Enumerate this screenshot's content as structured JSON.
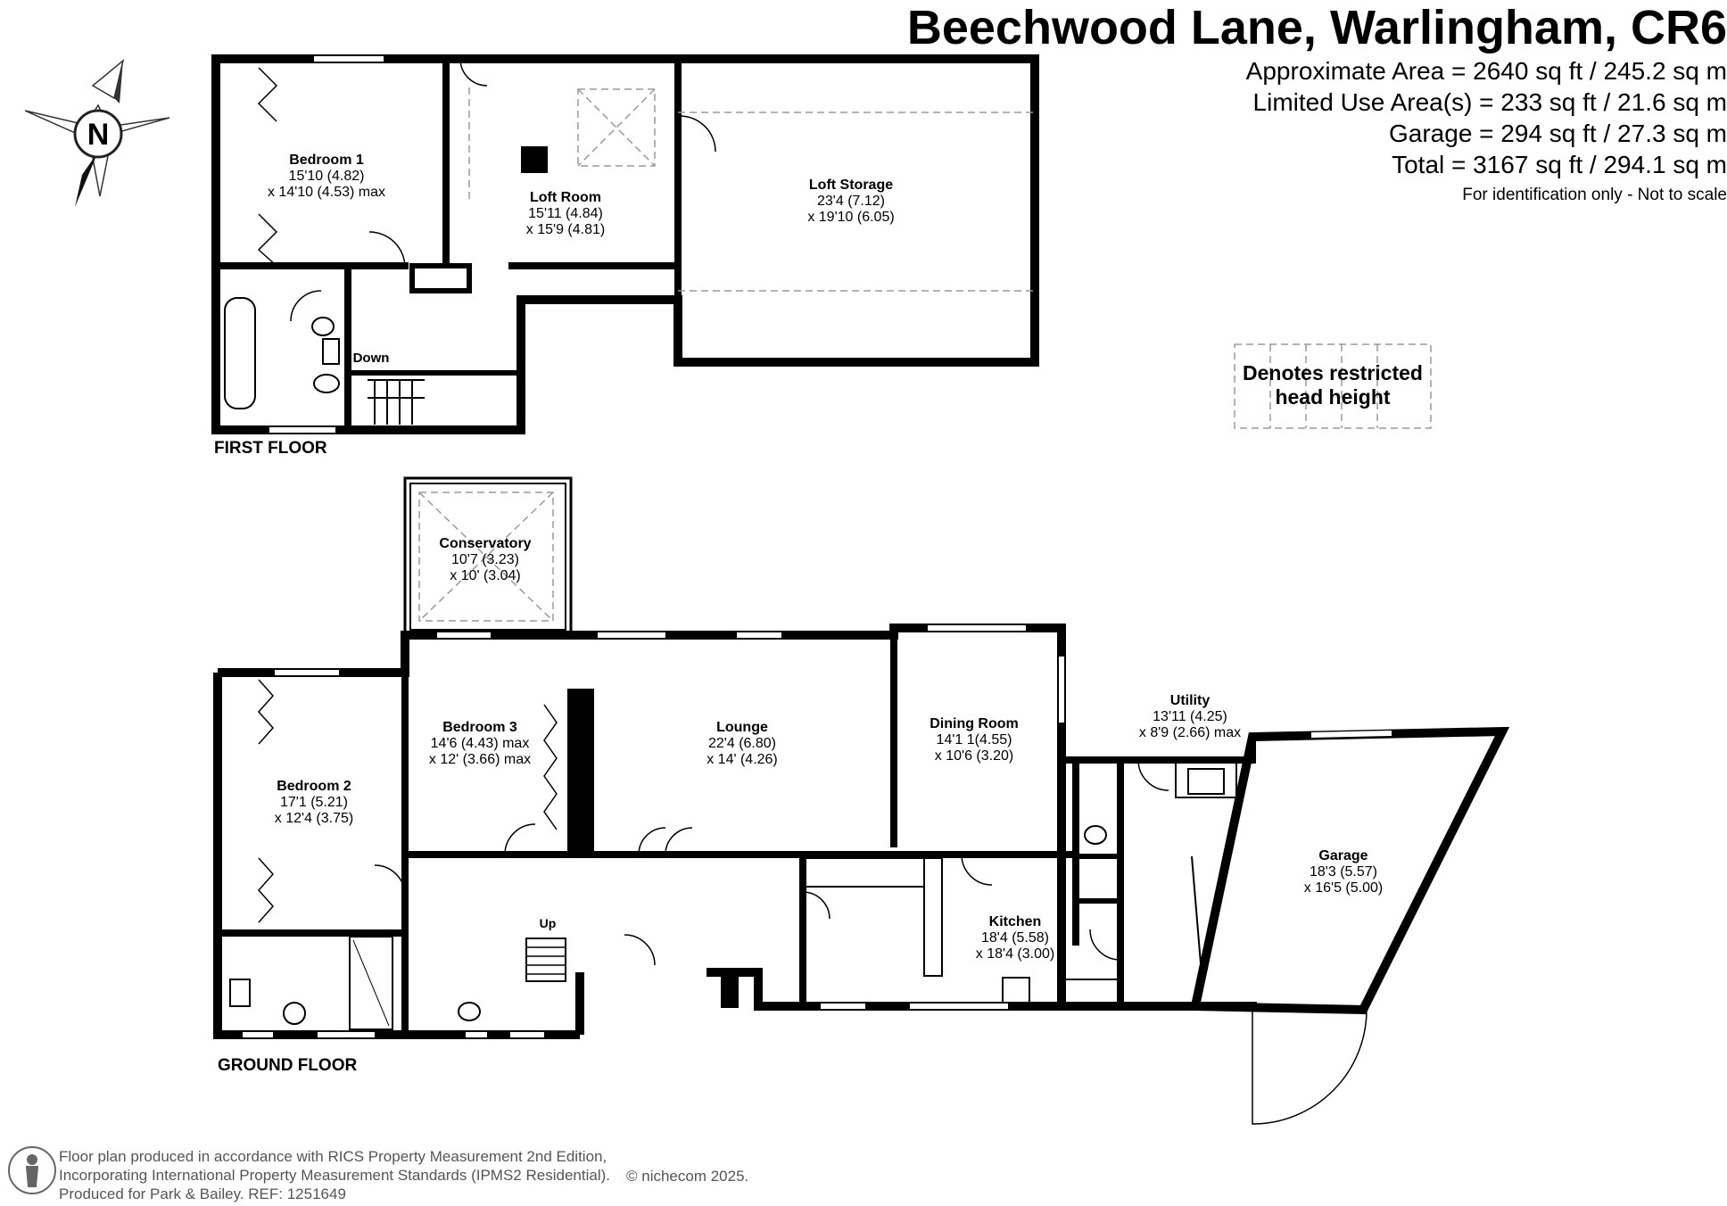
{
  "header": {
    "title": "Beechwood Lane, Warlingham, CR6",
    "areas": [
      "Approximate Area = 2640 sq ft / 245.2 sq m",
      "Limited Use Area(s) = 233 sq ft / 21.6 sq m",
      "Garage = 294 sq ft / 27.3 sq m",
      "Total = 3167 sq ft / 294.1 sq m"
    ],
    "note": "For identification only - Not to scale"
  },
  "legend": {
    "line1": "Denotes restricted",
    "line2": "head height"
  },
  "compass": {
    "label": "N"
  },
  "floors": {
    "first": "FIRST FLOOR",
    "ground": "GROUND FLOOR"
  },
  "first_floor": {
    "bedroom1": {
      "name": "Bedroom 1",
      "dim1": "15'10 (4.82)",
      "dim2": "x 14'10 (4.53) max"
    },
    "loft_room": {
      "name": "Loft Room",
      "dim1": "15'11 (4.84)",
      "dim2": "x 15'9 (4.81)"
    },
    "loft_storage": {
      "name": "Loft Storage",
      "dim1": "23'4 (7.12)",
      "dim2": "x 19'10 (6.05)"
    },
    "stairs": "Down"
  },
  "ground_floor": {
    "conservatory": {
      "name": "Conservatory",
      "dim1": "10'7 (3.23)",
      "dim2": "x 10' (3.04)"
    },
    "bedroom3": {
      "name": "Bedroom 3",
      "dim1": "14'6 (4.43) max",
      "dim2": "x 12' (3.66) max"
    },
    "lounge": {
      "name": "Lounge",
      "dim1": "22'4 (6.80)",
      "dim2": "x 14' (4.26)"
    },
    "dining": {
      "name": "Dining Room",
      "dim1": "14'1 1(4.55)",
      "dim2": "x 10'6 (3.20)"
    },
    "bedroom2": {
      "name": "Bedroom 2",
      "dim1": "17'1 (5.21)",
      "dim2": "x 12'4 (3.75)"
    },
    "utility": {
      "name": "Utility",
      "dim1": "13'11 (4.25)",
      "dim2": "x 8'9 (2.66) max"
    },
    "garage": {
      "name": "Garage",
      "dim1": "18'3 (5.57)",
      "dim2": "x 16'5 (5.00)"
    },
    "kitchen": {
      "name": "Kitchen",
      "dim1": "18'4 (5.58)",
      "dim2": "x 18'4 (3.00)"
    },
    "stairs": "Up"
  },
  "footer": {
    "line1": "Floor plan produced in accordance with RICS Property Measurement 2nd Edition,",
    "line2": "Incorporating International Property Measurement Standards (IPMS2 Residential).",
    "line3": "Produced for Park & Bailey.   REF: 1251649",
    "copyright": "© nichecom 2025."
  },
  "colors": {
    "wall": "#000000",
    "text": "#000000",
    "dashed": "#9a9a9a",
    "footer": "#555555"
  }
}
